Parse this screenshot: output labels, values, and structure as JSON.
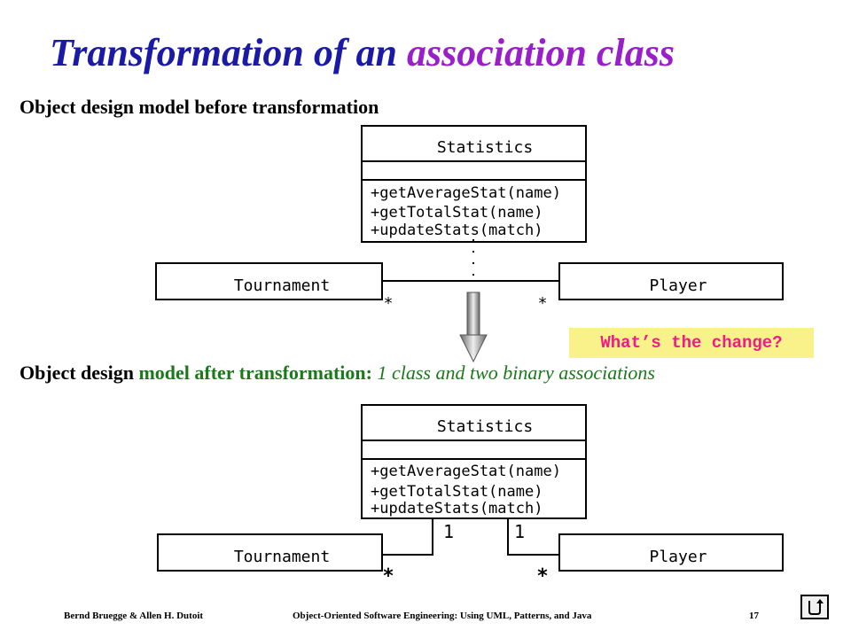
{
  "slide": {
    "title_part1": "Transformation of an ",
    "title_part2": "association class",
    "colors": {
      "title_main": "#1a1aa6",
      "title_accent": "#9a1fc8",
      "green": "#1a7a1a",
      "callout_bg": "#f9f189",
      "callout_text": "#ee1c8a"
    }
  },
  "before": {
    "heading": "Object design model before transformation",
    "class_name": "Statistics",
    "methods": [
      "+getAverageStat(name)",
      "+getTotalStat(name)",
      "+updateStats(match)"
    ],
    "left_class": "Tournament",
    "right_class": "Player",
    "left_multiplicity": "*",
    "right_multiplicity": "*"
  },
  "callout": "What’s the change?",
  "after": {
    "heading_part1": "Object design ",
    "heading_part2": "model after transformation: ",
    "heading_part3": "1 class and two binary associations",
    "class_name": "Statistics",
    "methods": [
      "+getAverageStat(name)",
      "+getTotalStat(name)",
      "+updateStats(match)"
    ],
    "left_class": "Tournament",
    "right_class": "Player",
    "left_mult_top": "1",
    "right_mult_top": "1",
    "left_mult_bottom": "*",
    "right_mult_bottom": "*"
  },
  "footer": {
    "authors": "Bernd Bruegge & Allen H. Dutoit",
    "book": "Object-Oriented Software Engineering: Using UML, Patterns, and Java",
    "page": "17"
  },
  "icons": {
    "nav": "return-arrow-icon"
  }
}
